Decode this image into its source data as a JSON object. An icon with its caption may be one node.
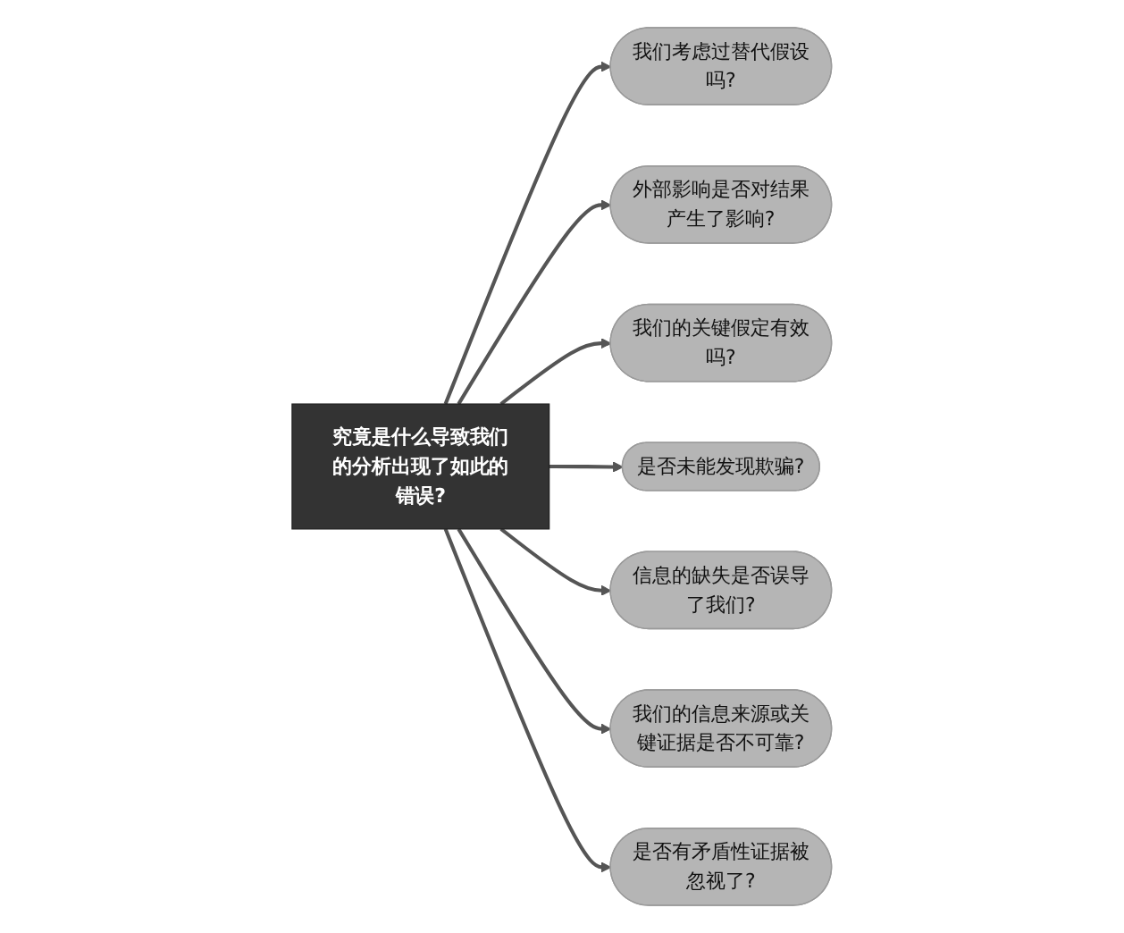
{
  "diagram": {
    "nodes": [
      {
        "text": [
          "究竟是什么导致我们的分析出现了如此的错误?"
        ]
      },
      {
        "text": [
          "我们考虑过替代假设吗?"
        ]
      },
      {
        "text": [
          "外部影响是否对结果产生了影响?"
        ]
      },
      {
        "text": [
          "我们的关键假定有效吗?"
        ]
      },
      {
        "text": [
          "是否未能发现欺骗?"
        ]
      },
      {
        "text": [
          "信息的缺失是否误导了我们?"
        ]
      },
      {
        "text": [
          "我们的信息来源或关键证据是否不可靠?"
        ]
      },
      {
        "text": [
          "是否有矛盾性证据被忽视了?"
        ]
      }
    ],
    "edges": [
      {
        "from": 0,
        "to": 1,
        "arrow": "to"
      },
      {
        "from": 0,
        "to": 2,
        "arrow": "to"
      },
      {
        "from": 0,
        "to": 3,
        "arrow": "to"
      },
      {
        "from": 0,
        "to": 4,
        "arrow": "to"
      },
      {
        "from": 0,
        "to": 5,
        "arrow": "to"
      },
      {
        "from": 0,
        "to": 6,
        "arrow": "to"
      },
      {
        "from": 0,
        "to": 7,
        "arrow": "to"
      }
    ]
  }
}
